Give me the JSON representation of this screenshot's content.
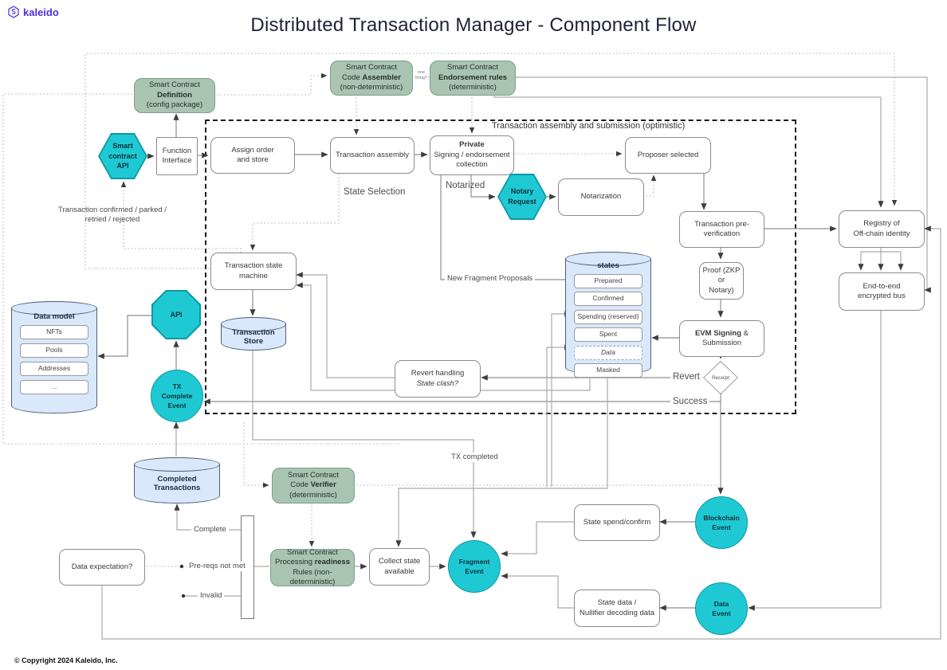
{
  "header": {
    "logo_text": "kaleido",
    "title": "Distributed Transaction Manager - Component Flow"
  },
  "footer": {
    "copyright": "© Copyright 2024 Kaleido, Inc."
  },
  "region": {
    "assembly_box_label": "Transaction assembly and submission (optimistic)"
  },
  "colors": {
    "accent_cyan": "#1fc9d4",
    "node_green": "#a9c4b1",
    "cylinder_blue": "#d9e8fb",
    "logo_purple": "#4c2ee0",
    "dashed_region": "#1b1b1b"
  },
  "nodes": {
    "definition": {
      "l1": "Smart Contract",
      "l2": "Definition",
      "l3": "(config package)"
    },
    "assembler": {
      "l1": "Smart Contract",
      "l2a": "Code ",
      "l2b": "Assembler",
      "l3": "(non-deterministic)"
    },
    "endorsement": {
      "l1": "Smart Contract",
      "l2": "Endorsement rules",
      "l3": "(deterministic)"
    },
    "verifier": {
      "l1": "Smart Contract",
      "l2a": "Code ",
      "l2b": "Verifier",
      "l3": "(deterministic)"
    },
    "readiness": {
      "l1": "Smart Contract",
      "l2a": "Processing ",
      "l2b": "readiness",
      "l3": "Rules (non-deterministic)"
    },
    "sc_api_hex": {
      "l1": "Smart",
      "l2": "contract",
      "l3": "API"
    },
    "notary_hex": {
      "l1": "Notary",
      "l2": "Request"
    },
    "api_oct": {
      "l1": "API"
    },
    "tx_complete": {
      "l1": "TX",
      "l2": "Complete",
      "l3": "Event"
    },
    "blockchain_event": {
      "l1": "Blockchain",
      "l2": "Event"
    },
    "fragment_event": {
      "l1": "Fragment",
      "l2": "Event"
    },
    "data_event": {
      "l1": "Data",
      "l2": "Event"
    },
    "function_interface": {
      "l1": "Function",
      "l2": "Interface"
    },
    "assign_order": {
      "l1": "Assign order",
      "l2": "and store"
    },
    "tx_assembly": {
      "l1": "Transaction assembly"
    },
    "private_signing": {
      "l1": "Private",
      "l2": "Signing / endorsement",
      "l3": "collection"
    },
    "proposer": {
      "l1": "Proposer selected"
    },
    "notarization": {
      "l1": "Notarization"
    },
    "pre_verification": {
      "l1": "Transaction pre-verification"
    },
    "registry": {
      "l1": "Registry of",
      "l2": "Off-chain identity"
    },
    "proof": {
      "l1": "Proof (ZKP or",
      "l2": "Notary)"
    },
    "evm_signing": {
      "l1a": "EVM Signing",
      "l1b": " &",
      "l2": "Submission"
    },
    "e2e_bus": {
      "l1": "End-to-end",
      "l2": "encrypted bus"
    },
    "state_machine": {
      "l1": "Transaction state machine"
    },
    "revert_handling": {
      "l1": "Revert handling",
      "l2": "State clash?"
    },
    "spend_confirm": {
      "l1": "State spend/confirm"
    },
    "state_data": {
      "l1": "State data /",
      "l2": "Nullifier decoding data"
    },
    "collect_state": {
      "l1": "Collect state",
      "l2": "available"
    },
    "data_expectation": {
      "l1": "Data expectation?"
    },
    "receipt": {
      "l1": "Receipt"
    }
  },
  "cylinders": {
    "data_model": {
      "title": "Data model",
      "items": [
        "NFTs",
        "Pools",
        "Addresses",
        "..."
      ]
    },
    "tx_store": {
      "l1": "Transaction",
      "l2": "Store"
    },
    "completed_tx": {
      "l1": "Completed",
      "l2": "Transactions"
    },
    "states": {
      "title": "states",
      "items": [
        "Prepared",
        "Confirmed",
        "Spending (reserved)",
        "Spent",
        "Data",
        "Masked"
      ]
    }
  },
  "edge_labels": {
    "state_selection": "State Selection",
    "notarized": "Notarized",
    "new_fragment_proposals": "New Fragment Proposals",
    "tx_confirmed_1": "Transaction confirmed / parked /",
    "tx_confirmed_2": "retried / rejected",
    "revert": "Revert",
    "success": "Success",
    "tx_completed": "TX completed",
    "complete": "Complete",
    "pre_reqs": "Pre-reqs not met",
    "invalid": "Invalid",
    "one_thing_1": "one",
    "one_thing_2": "thing?"
  }
}
